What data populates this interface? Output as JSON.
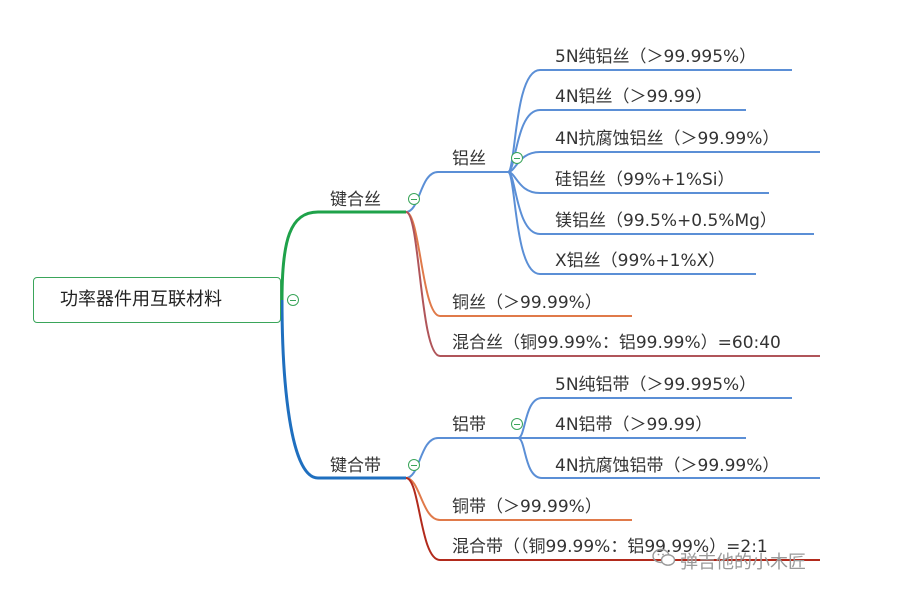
{
  "root": {
    "label": "功率器件用互联材料"
  },
  "branches": {
    "bonding_wire": {
      "label": "键合丝",
      "aluminum_wire": {
        "label": "铝丝",
        "items": [
          "5N纯铝丝（＞99.995%）",
          "4N铝丝（＞99.99）",
          "4N抗腐蚀铝丝（＞99.99%）",
          "硅铝丝（99%+1%Si）",
          "镁铝丝（99.5%+0.5%Mg）",
          "X铝丝（99%+1%X）"
        ]
      },
      "copper_wire": "铜丝（＞99.99%）",
      "mixed_wire": "混合丝（铜99.99%：铝99.99%）=60:40"
    },
    "bonding_ribbon": {
      "label": "键合带",
      "aluminum_ribbon": {
        "label": "铝带",
        "items": [
          "5N纯铝带（＞99.995%）",
          "4N铝带（＞99.99）",
          "4N抗腐蚀铝带（＞99.99%）"
        ]
      },
      "copper_ribbon": "铜带（＞99.99%）",
      "mixed_ribbon": "混合带（（铜99.99%：铝99.99%）=2:1"
    }
  },
  "watermark": "弹吉他的小木匠",
  "colors": {
    "root_border": "#3aa55a",
    "upper_green": "#1fa24a",
    "lower_blue": "#1f6fbf",
    "aluminum_blue": "#5b8fd6",
    "copper_orange": "#e07a4a",
    "mixed_brown": "#b0555a",
    "ribbon_dark_red": "#b22a1c"
  },
  "icons": {
    "collapse": "minus-circle-icon",
    "watermark": "wechat-icon"
  }
}
